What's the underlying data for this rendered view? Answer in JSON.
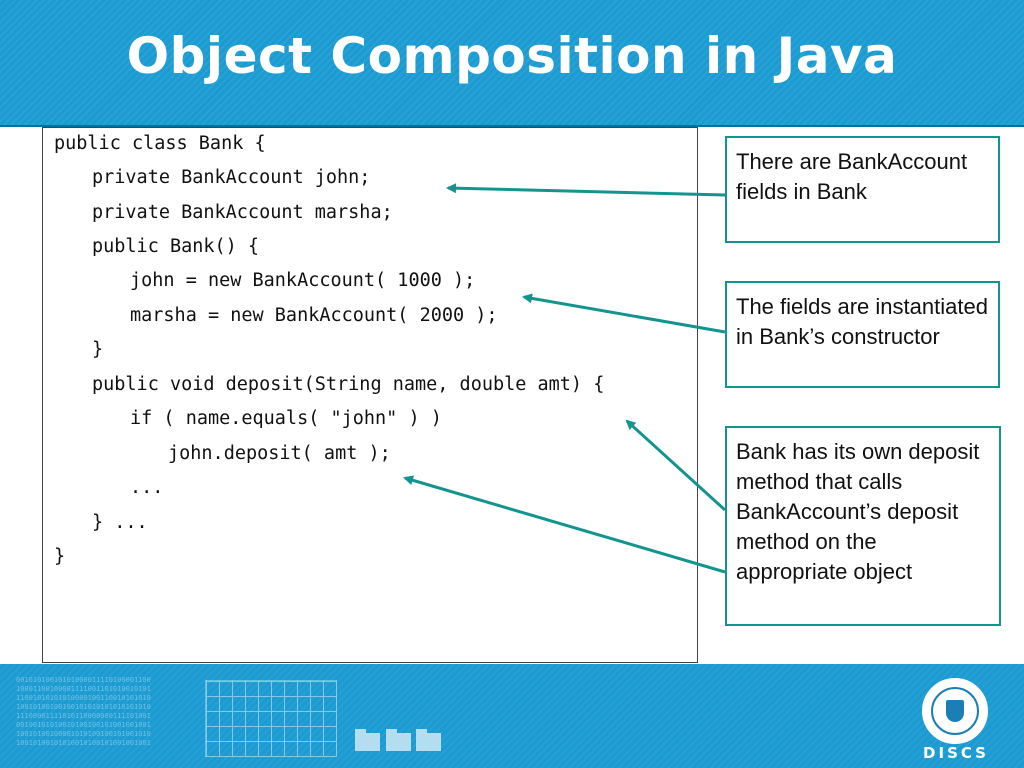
{
  "slide": {
    "title": "Object Composition in Java"
  },
  "code": {
    "lines": [
      "public class Bank {",
      "private BankAccount john;",
      "private BankAccount marsha;",
      "public Bank() {",
      "john = new BankAccount( 1000 );",
      "marsha = new BankAccount( 2000 );",
      "}",
      "public void deposit(String name, double amt) {",
      "if ( name.equals( \"john\" ) )",
      "john.deposit( amt );",
      "...",
      "} ...",
      "}"
    ]
  },
  "callouts": [
    {
      "text": "There are BankAccount fields in Bank"
    },
    {
      "text": "The fields are instantiated in Bank’s constructor"
    },
    {
      "text": "Bank has its own deposit method that calls BankAccount’s deposit method on the appropriate object"
    }
  ],
  "footer": {
    "brand": "DISCS"
  },
  "colors": {
    "header_blue": "#1b9bd2",
    "callout_teal": "#14948f"
  }
}
